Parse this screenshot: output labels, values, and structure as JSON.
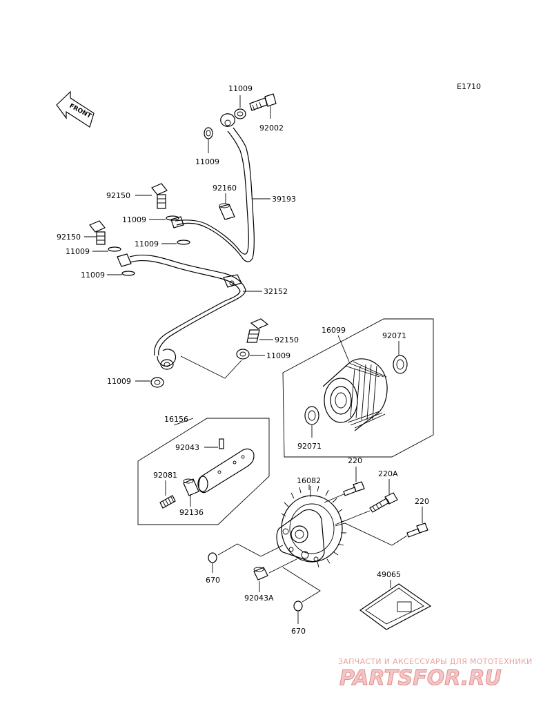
{
  "diagram_code": "E1710",
  "front_label": "FRONT",
  "labels": {
    "l11009_top": "11009",
    "l92002": "92002",
    "l11009_left": "11009",
    "l92160": "92160",
    "l39193": "39193",
    "l92150_a": "92150",
    "l11009_b": "11009",
    "l92150_b": "92150",
    "l11009_c": "11009",
    "l11009_d": "11009",
    "l11009_e": "11009",
    "l32152": "32152",
    "l92150_c": "92150",
    "l11009_f": "11009",
    "l11009_g": "11009",
    "l16099": "16099",
    "l92071_a": "92071",
    "l92071_b": "92071",
    "l16156": "16156",
    "l92043": "92043",
    "l92081": "92081",
    "l92136": "92136",
    "l220_a": "220",
    "l220a": "220A",
    "l16082": "16082",
    "l220_b": "220",
    "l670_a": "670",
    "l92043a": "92043A",
    "l49065": "49065",
    "l670_b": "670"
  },
  "watermark": {
    "tagline": "ЗАПЧАСТИ И АКСЕССУАРЫ ДЛЯ МОТОТЕХНИКИ",
    "brand": "PARTSFOR.RU"
  }
}
